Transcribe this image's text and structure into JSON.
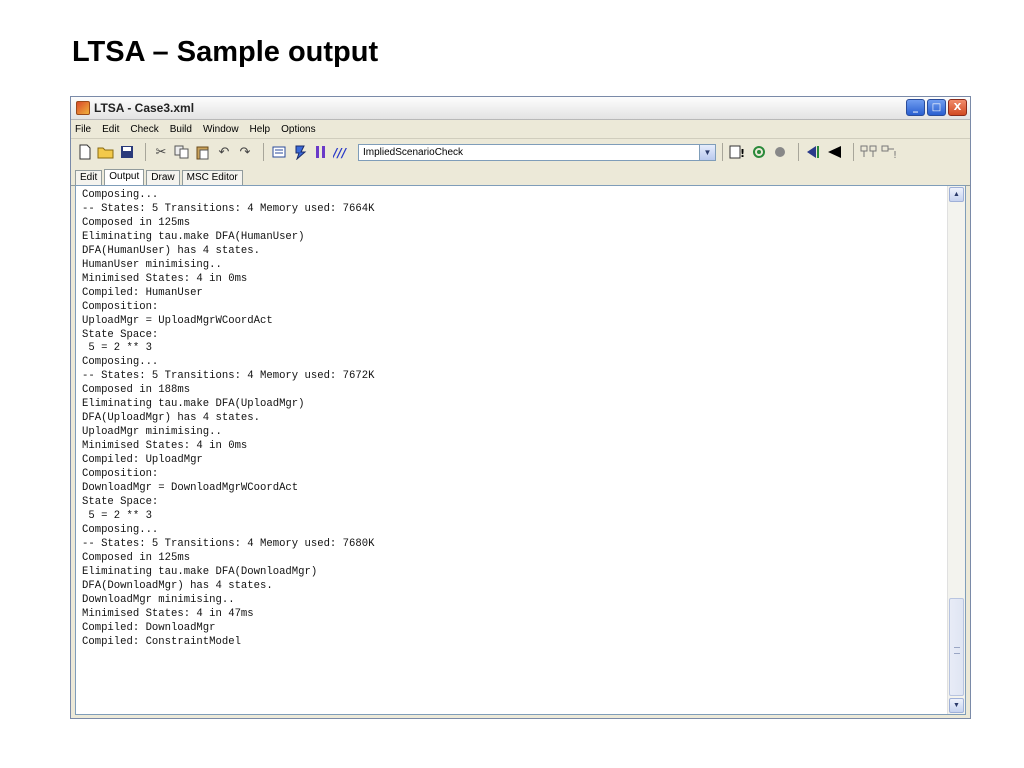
{
  "slide": {
    "title": "LTSA – Sample output"
  },
  "window": {
    "title": "LTSA - Case3.xml",
    "minimize": "_",
    "maximize": "□",
    "close": "X"
  },
  "menu": [
    "File",
    "Edit",
    "Check",
    "Build",
    "Window",
    "Help",
    "Options"
  ],
  "toolbar": {
    "combo_value": "ImpliedScenarioCheck",
    "icons": [
      "new-file-icon",
      "open-folder-icon",
      "save-icon",
      "cut-icon",
      "copy-icon",
      "paste-icon",
      "undo-icon",
      "redo-icon",
      "check-icon",
      "compile-icon",
      "pause-icon",
      "build-icon",
      "run-icon",
      "stop-icon",
      "minimise-icon",
      "draw-icon",
      "layout-icon"
    ]
  },
  "tabs": [
    "Edit",
    "Output",
    "Draw",
    "MSC Editor"
  ],
  "output_lines": [
    "Composing...",
    "-- States: 5 Transitions: 4 Memory used: 7664K",
    "Composed in 125ms",
    "Eliminating tau.make DFA(HumanUser)",
    "DFA(HumanUser) has 4 states.",
    "HumanUser minimising..",
    "Minimised States: 4 in 0ms",
    "Compiled: HumanUser",
    "Composition:",
    "UploadMgr = UploadMgrWCoordAct",
    "State Space:",
    " 5 = 2 ** 3",
    "Composing...",
    "-- States: 5 Transitions: 4 Memory used: 7672K",
    "Composed in 188ms",
    "Eliminating tau.make DFA(UploadMgr)",
    "DFA(UploadMgr) has 4 states.",
    "UploadMgr minimising..",
    "Minimised States: 4 in 0ms",
    "Compiled: UploadMgr",
    "Composition:",
    "DownloadMgr = DownloadMgrWCoordAct",
    "State Space:",
    " 5 = 2 ** 3",
    "Composing...",
    "-- States: 5 Transitions: 4 Memory used: 7680K",
    "Composed in 125ms",
    "Eliminating tau.make DFA(DownloadMgr)",
    "DFA(DownloadMgr) has 4 states.",
    "DownloadMgr minimising..",
    "Minimised States: 4 in 47ms",
    "Compiled: DownloadMgr",
    "Compiled: ConstraintModel"
  ]
}
